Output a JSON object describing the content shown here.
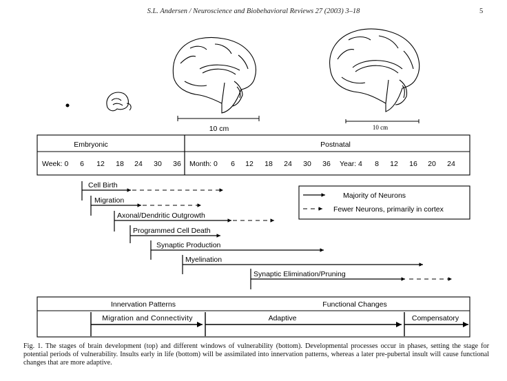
{
  "header": {
    "running_title": "S.L. Andersen / Neuroscience and Biobehavioral Reviews 27 (2003) 3–18",
    "page_number": "5"
  },
  "brains": {
    "scale_left": "10 cm",
    "scale_right": "10 cm"
  },
  "timeline": {
    "embryonic_label": "Embryonic",
    "postnatal_label": "Postnatal",
    "week_label": "Week: 0",
    "week_ticks": [
      "6",
      "12",
      "18",
      "24",
      "30",
      "36"
    ],
    "month_label": "Month: 0",
    "month_ticks": [
      "6",
      "12",
      "18",
      "24",
      "30",
      "36"
    ],
    "year_label": "Year: 4",
    "year_ticks": [
      "8",
      "12",
      "16",
      "20",
      "24"
    ]
  },
  "processes": {
    "cell_birth": "Cell Birth",
    "migration": "Migration",
    "axonal": "Axonal/Dendritic Outgrowth",
    "death": "Programmed Cell Death",
    "synaptic_production": "Synaptic Production",
    "myelination": "Myelination",
    "pruning": "Synaptic Elimination/Pruning"
  },
  "legend": {
    "majority": "Majority of Neurons",
    "fewer": "Fewer Neurons, primarily in cortex"
  },
  "bottom": {
    "innervation": "Innervation Patterns",
    "functional": "Functional Changes",
    "migration_connectivity": "Migration and Connectivity",
    "adaptive": "Adaptive",
    "compensatory": "Compensatory"
  },
  "caption": "Fig. 1. The stages of brain development (top) and different windows of vulnerability (bottom). Developmental processes occur in phases, setting the stage for potential periods of vulnerability. Insults early in life (bottom) will be assimilated into innervation patterns, whereas a later pre-pubertal insult will cause functional changes that are more adaptive."
}
